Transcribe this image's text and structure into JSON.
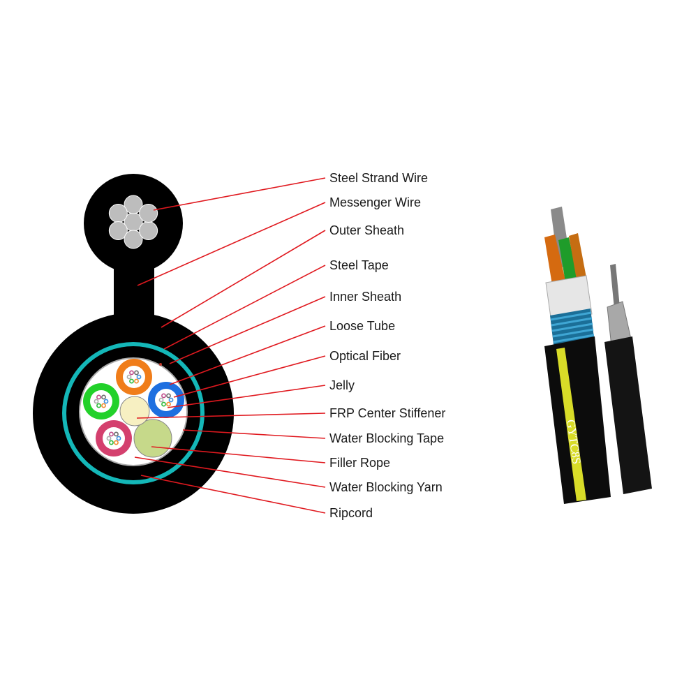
{
  "diagram": {
    "labels": [
      "Steel Strand Wire",
      "Messenger Wire",
      "Outer Sheath",
      "Steel Tape",
      "Inner Sheath",
      "Loose Tube",
      "Optical Fiber",
      "Jelly",
      "FRP Center Stiffener",
      "Water Blocking Tape",
      "Filler Rope",
      "Water Blocking Yarn",
      "Ripcord"
    ],
    "cable_marking": "GYTC8S",
    "colors": {
      "leader_line": "#e0191f",
      "sheath": "#000000",
      "steel_tape": "#14b7b8",
      "strand": "#bdbdbd",
      "tube_orange": "#f07d1a",
      "tube_green": "#22d12a",
      "tube_blue": "#1d6fe0",
      "tube_pink": "#d4406e",
      "frp": "#f7f0c2",
      "filler": "#c6d98a",
      "stripe": "#d8dc28"
    }
  }
}
